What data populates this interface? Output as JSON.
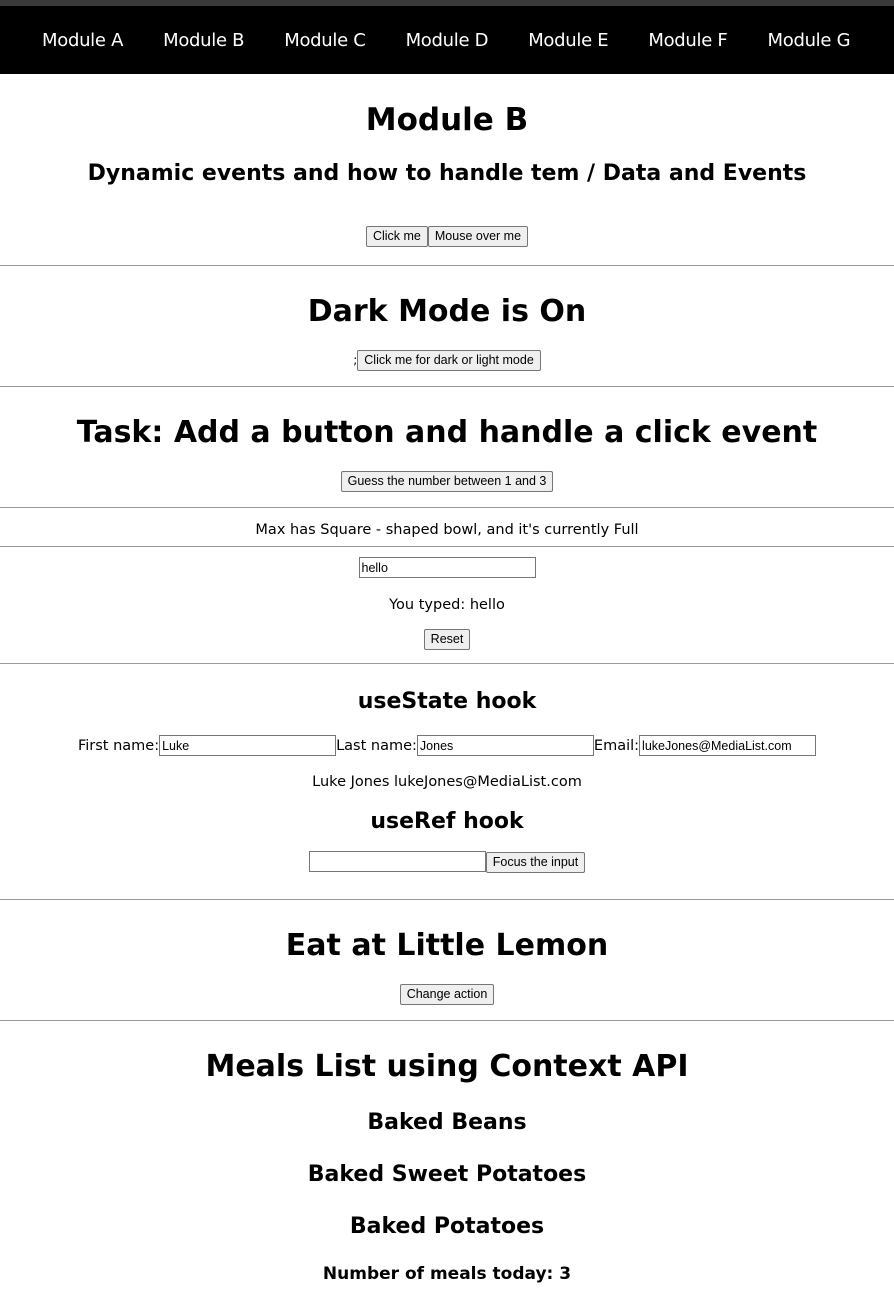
{
  "nav": {
    "items": [
      "Module A",
      "Module B",
      "Module C",
      "Module D",
      "Module E",
      "Module F",
      "Module G"
    ]
  },
  "module": {
    "title": "Module B",
    "subtitle": "Dynamic events and how to handle tem / Data and Events",
    "click_button": "Click me",
    "mouseover_button": "Mouse over me"
  },
  "darkmode": {
    "title": "Dark Mode is On",
    "prefix": ";",
    "toggle_button": "Click me for dark or light mode"
  },
  "task": {
    "title": "Task: Add a button and handle a click event",
    "guess_button": "Guess the number between 1 and 3"
  },
  "pet": {
    "text": "Max has Square - shaped bowl, and it's currently Full"
  },
  "typing": {
    "input_value": "hello",
    "echo": "You typed: hello",
    "reset_button": "Reset"
  },
  "usestate": {
    "title": "useState hook",
    "first_label": "First name:",
    "first_value": "Luke",
    "last_label": "Last name:",
    "last_value": "Jones",
    "email_label": "Email:",
    "email_value": "lukeJones@MediaList.com",
    "summary": "Luke Jones lukeJones@MediaList.com"
  },
  "useref": {
    "title": "useRef hook",
    "input_value": "",
    "focus_button": "Focus the input"
  },
  "lemon": {
    "title": "Eat at Little Lemon",
    "action_button": "Change action"
  },
  "meals": {
    "title": "Meals List using Context API",
    "items": [
      "Baked Beans",
      "Baked Sweet Potatoes",
      "Baked Potatoes"
    ],
    "count_text": "Number of meals today: 3"
  }
}
